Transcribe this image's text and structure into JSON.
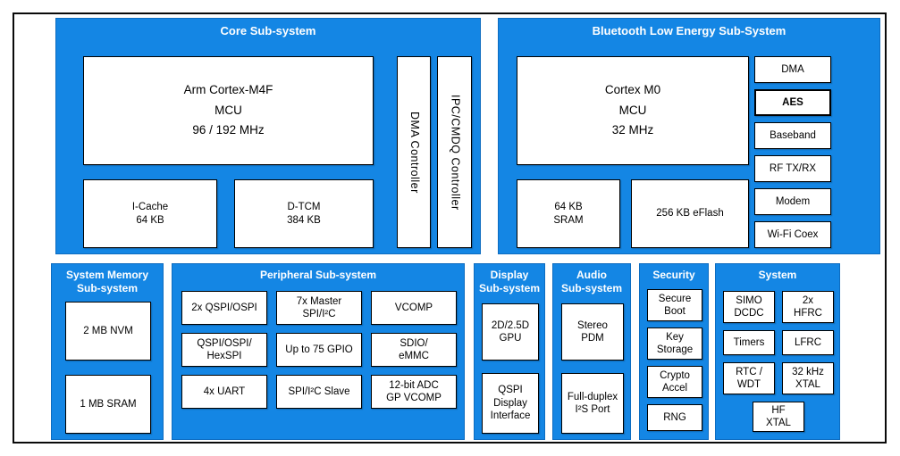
{
  "colors": {
    "block_blue": "#1486e4",
    "block_border": "#0d6cc0"
  },
  "core": {
    "title": "Core Sub-system",
    "cpu_label": "Arm Cortex-M4F\nMCU\n96 / 192 MHz",
    "icache_label": "I-Cache\n64 KB",
    "dtcm_label": "D-TCM\n384 KB",
    "dma_label": "DMA Controller",
    "ipc_label": "IPC/CMDQ Controller"
  },
  "ble": {
    "title": "Bluetooth Low Energy Sub-System",
    "cpu_label": "Cortex M0\nMCU\n32 MHz",
    "sram_label": "64 KB\nSRAM",
    "eflash_label": "256 KB eFlash",
    "stack": [
      "DMA",
      "AES",
      "Baseband",
      "RF TX/RX",
      "Modem",
      "Wi-Fi Coex"
    ]
  },
  "memory": {
    "title": "System Memory\nSub-system",
    "items": [
      "2 MB NVM",
      "1 MB SRAM"
    ]
  },
  "peripheral": {
    "title": "Peripheral Sub-system",
    "grid": [
      "2x QSPI/OSPI",
      "7x Master\nSPI/I²C",
      "VCOMP",
      "QSPI/OSPI/\nHexSPI",
      "Up to 75 GPIO",
      "SDIO/\neMMC",
      "4x UART",
      "SPI/I²C Slave",
      "12-bit ADC\nGP VCOMP"
    ]
  },
  "display": {
    "title": "Display\nSub-system",
    "items": [
      "2D/2.5D\nGPU",
      "QSPI\nDisplay\nInterface"
    ]
  },
  "audio": {
    "title": "Audio\nSub-system",
    "items": [
      "Stereo\nPDM",
      "Full-duplex\nI²S Port"
    ]
  },
  "security": {
    "title": "Security",
    "items": [
      "Secure\nBoot",
      "Key\nStorage",
      "Crypto\nAccel",
      "RNG"
    ]
  },
  "system": {
    "title": "System",
    "grid": [
      "SIMO\nDCDC",
      "2x\nHFRC",
      "Timers",
      "LFRC",
      "RTC /\nWDT",
      "32 kHz\nXTAL"
    ],
    "bottom": "HF\nXTAL"
  }
}
